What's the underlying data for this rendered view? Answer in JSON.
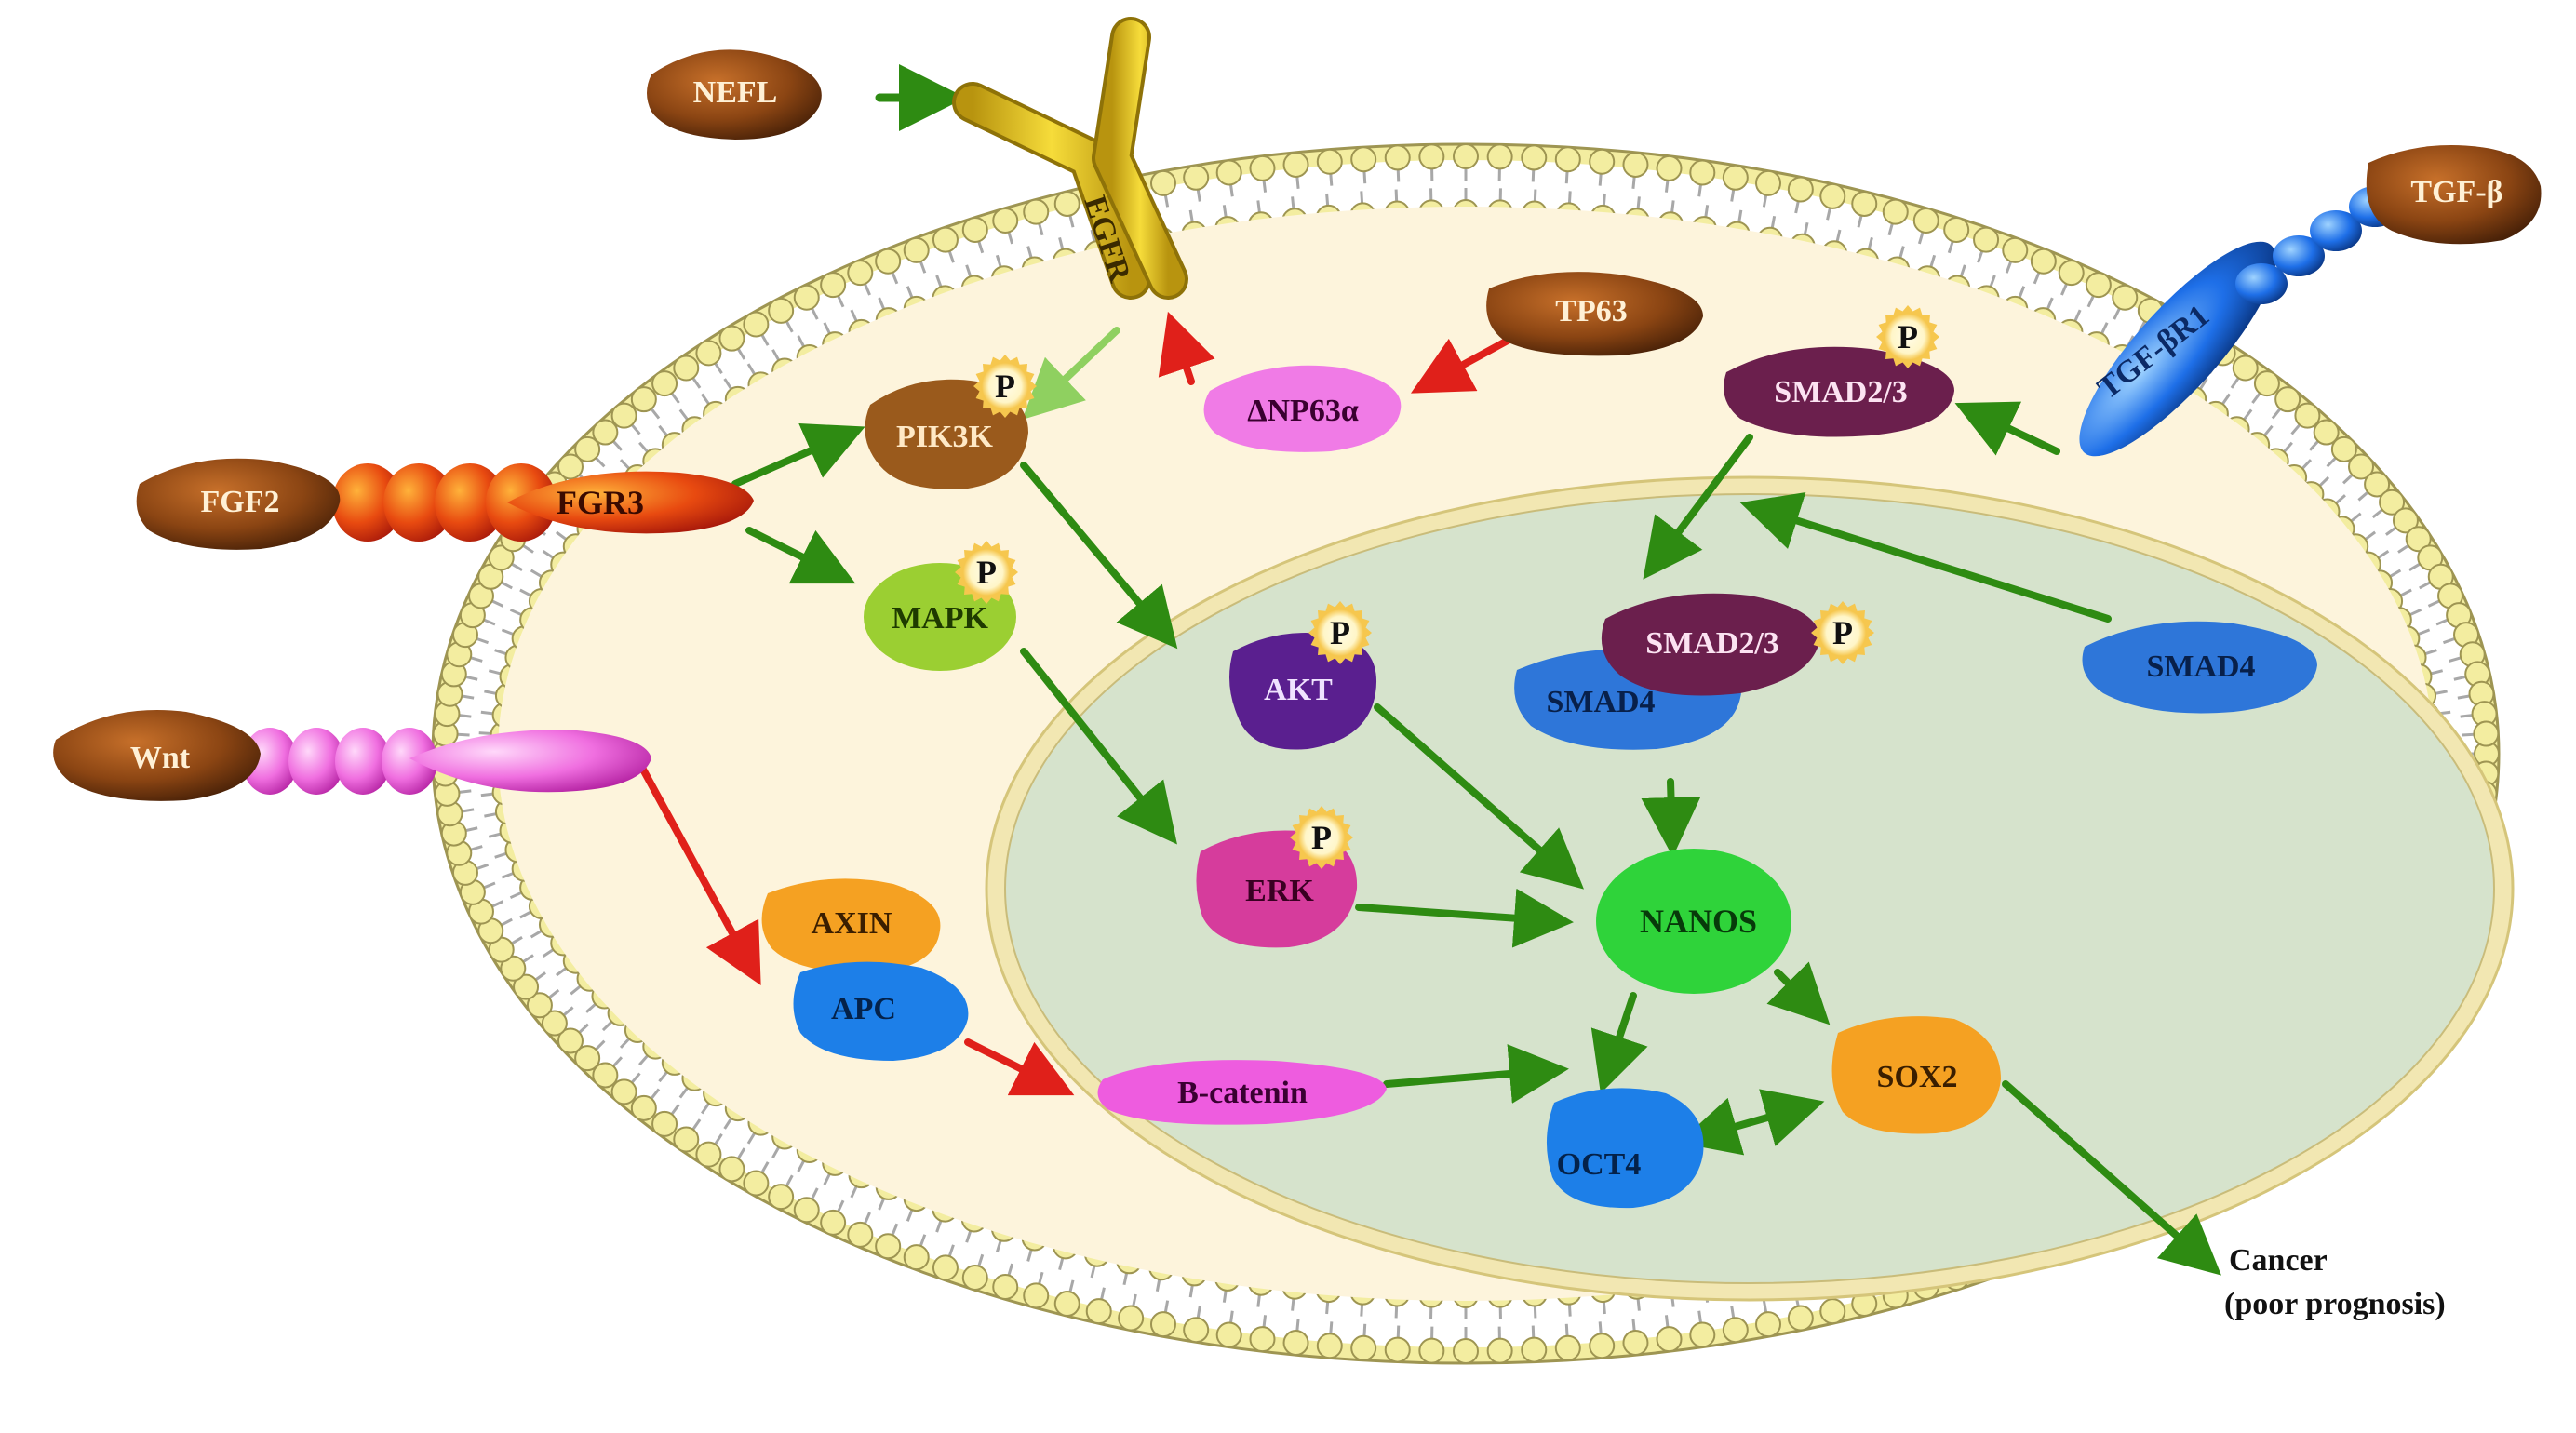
{
  "labels": {
    "nefl": "NEFL",
    "egfr": "EGFR",
    "tgfb": "TGF-β",
    "tgfbr": "TGF-βR1",
    "tp63": "TP63",
    "dnp63a": "ΔNP63α",
    "smad23_cyto": "SMAD2/3",
    "pik3k": "PIK3K",
    "fgf2": "FGF2",
    "fgr3": "FGR3",
    "mapk": "MAPK",
    "akt": "AKT",
    "smad23_nuc": "SMAD2/3",
    "smad4_nuc": "SMAD4",
    "smad4_cyto": "SMAD4",
    "wnt": "Wnt",
    "erk": "ERK",
    "nanos": "NANOS",
    "axin": "AXIN",
    "apc": "APC",
    "bcatenin": "B-catenin",
    "sox2": "SOX2",
    "oct4": "OCT4",
    "cancer": "Cancer",
    "prognosis": "(poor prognosis)",
    "p": "P"
  },
  "colors": {
    "membrane": "#F3EDA0",
    "membrane_stroke": "#9E9552",
    "tail": "#A8A8A8",
    "cytoplasm": "#FDF4DC",
    "nucleus": "#D6E3CC",
    "nucleus_rim": "#F2E7B2",
    "ligand": "#8B4513",
    "activate": "#2E8B12",
    "activate_light": "#8FD060",
    "inhibit": "#E0201A",
    "egfr": "#E8C928",
    "tgfbr": "#1E6FE8",
    "fgr3": "#E23C10",
    "wnt_receptor": "#F06FE0",
    "smad23": "#6B1F4D",
    "smad4": "#2E76D9",
    "pik3k": "#9A5A1C",
    "mapk": "#9BCF32",
    "akt": "#5A1F8F",
    "erk": "#D63C9C",
    "nanos": "#2FD33A",
    "axin": "#F5A122",
    "apc": "#1D7FE8",
    "bcatenin": "#EE5CDF",
    "sox2": "#F5A122",
    "oct4": "#1D7FE8",
    "phospho": "#F6C74E"
  }
}
